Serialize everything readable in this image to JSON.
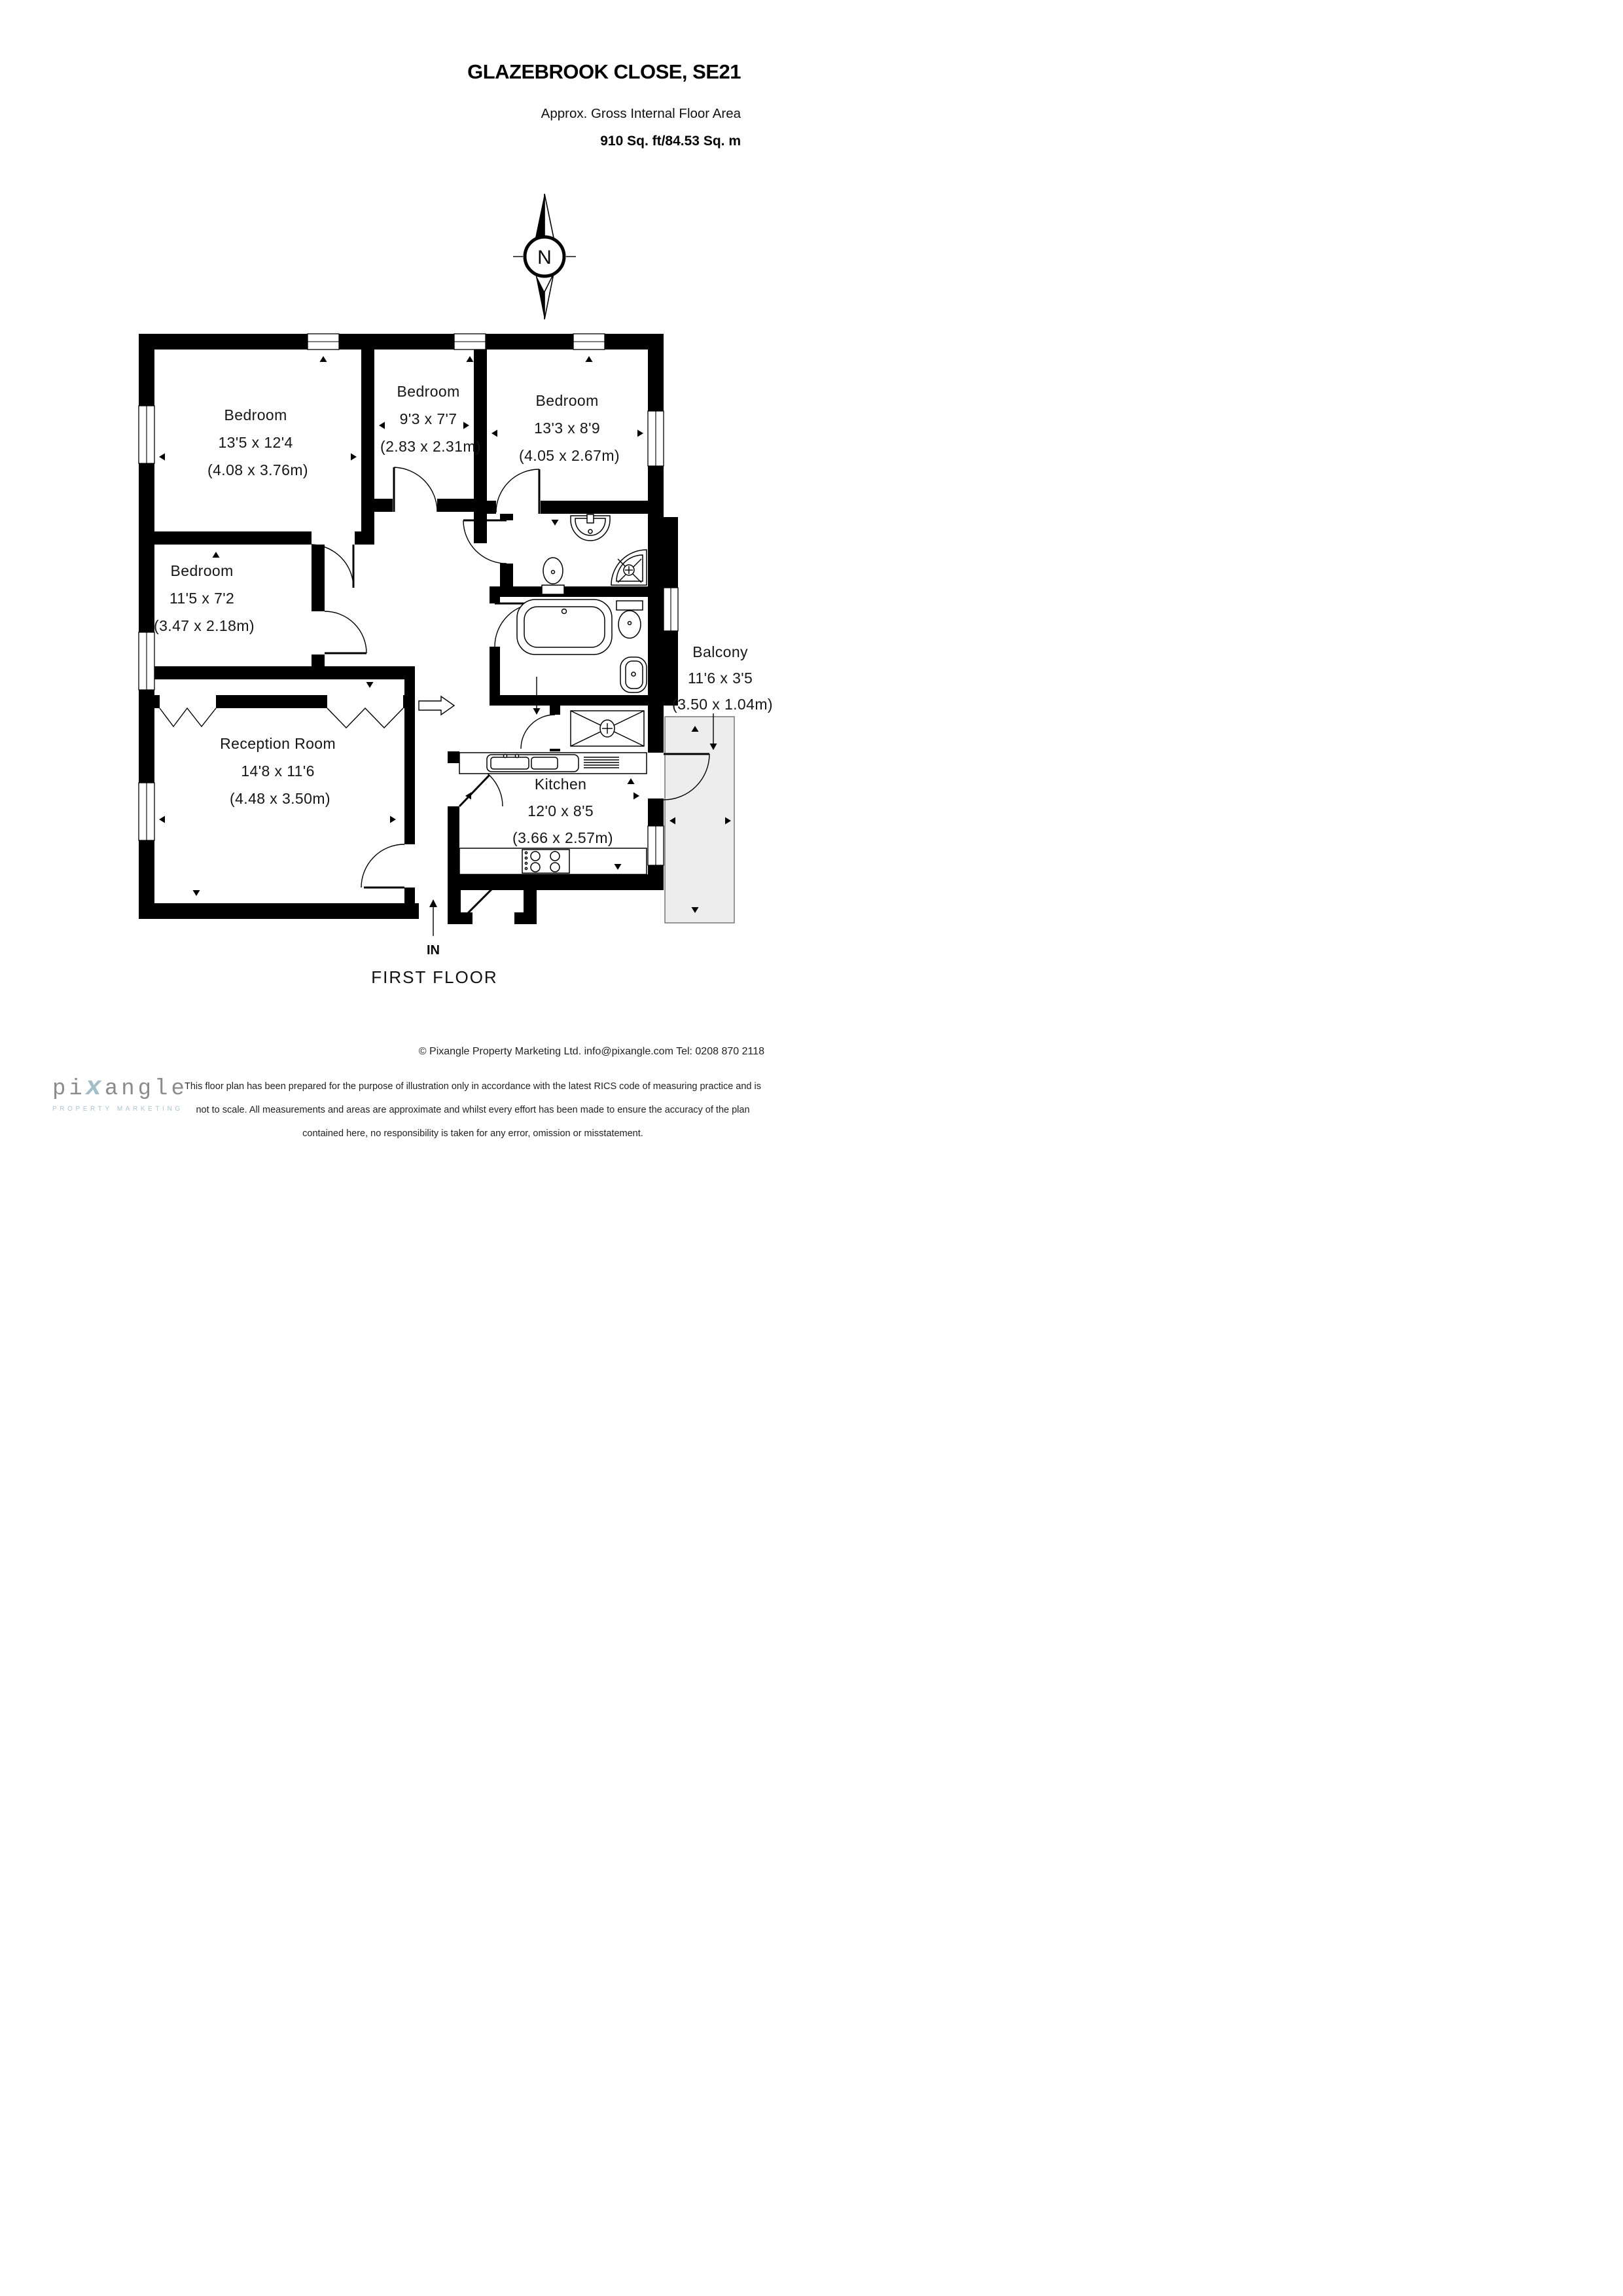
{
  "header": {
    "title": "GLAZEBROOK CLOSE, SE21",
    "subtitle": "Approx. Gross Internal Floor Area",
    "area": "910 Sq. ft/84.53 Sq. m"
  },
  "compass": {
    "label": "N"
  },
  "rooms": {
    "bedroom1": {
      "name": "Bedroom",
      "imperial": "13'5 x 12'4",
      "metric": "(4.08 x 3.76m)"
    },
    "bedroom2": {
      "name": "Bedroom",
      "imperial": "9'3 x 7'7",
      "metric": "(2.83 x 2.31m)"
    },
    "bedroom3": {
      "name": "Bedroom",
      "imperial": "13'3 x 8'9",
      "metric": "(4.05 x 2.67m)"
    },
    "bedroom4": {
      "name": "Bedroom",
      "imperial": "11'5 x 7'2",
      "metric": "(3.47 x 2.18m)"
    },
    "reception": {
      "name": "Reception Room",
      "imperial": "14'8 x 11'6",
      "metric": "(4.48 x 3.50m)"
    },
    "kitchen": {
      "name": "Kitchen",
      "imperial": "12'0 x 8'5",
      "metric": "(3.66 x 2.57m)"
    },
    "balcony": {
      "name": "Balcony",
      "imperial": "11'6 x 3'5",
      "metric": "(3.50 x 1.04m)"
    }
  },
  "entrance_label": "IN",
  "floor_label": "FIRST FLOOR",
  "icons": {
    "compass": "north-compass-icon",
    "bath": "bath-icon",
    "toilet": "toilet-icon",
    "sink": "sink-icon",
    "corner_shower": "corner-shower-icon",
    "shower_tray": "shower-tray-icon",
    "kitchen_sink": "kitchen-sink-icon",
    "hob": "hob-icon"
  },
  "footer": {
    "copyright": "© Pixangle Property Marketing Ltd. info@pixangle.com Tel: 0208 870 2118",
    "disclaimer": [
      "This floor plan has been prepared for the purpose of illustration only in accordance with the latest RICS code of measuring practice and is",
      "not to scale. All measurements and areas are approximate and whilst every effort has been made to ensure the accuracy of the plan",
      "contained here, no responsibility is taken for any error, omission or misstatement."
    ],
    "logo": {
      "part1": "pi",
      "x": "x",
      "part2": "angle",
      "tagline": "PROPERTY MARKETING"
    }
  },
  "colors": {
    "wall": "#000000",
    "balcony_fill": "#ededed",
    "logo_gray": "#8b8b8b",
    "logo_blue": "#9fc0cb"
  }
}
